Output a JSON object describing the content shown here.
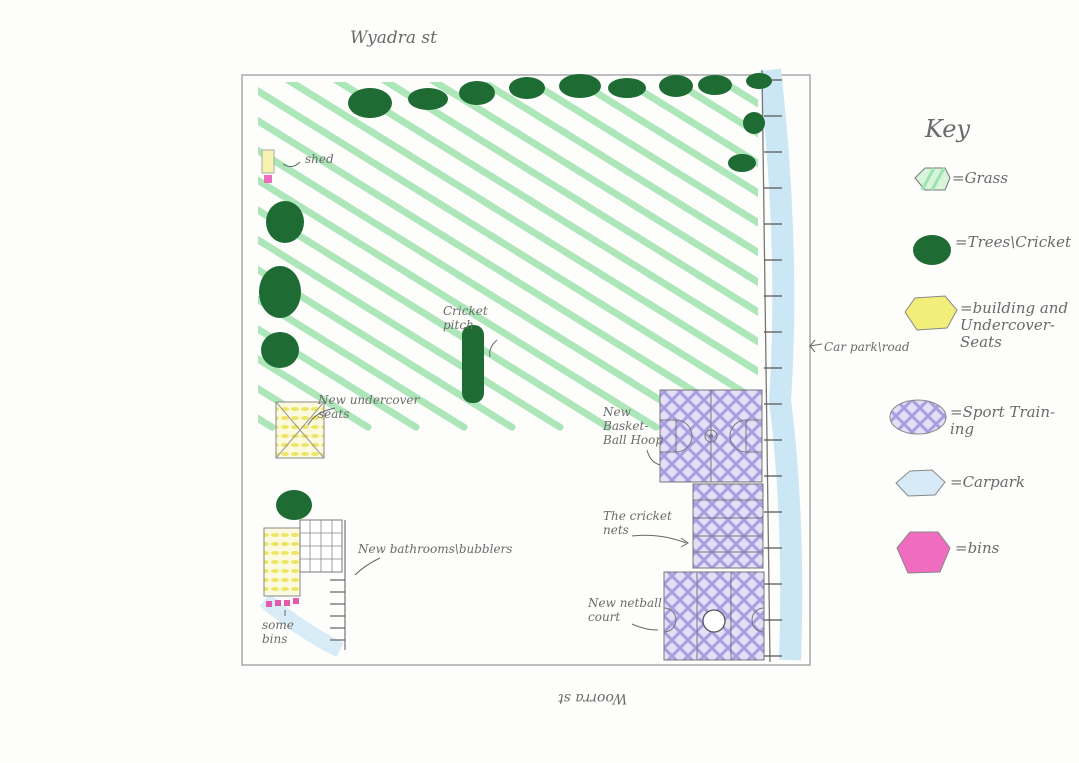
{
  "streets": {
    "top": "Wyadra st",
    "bottom": "Woorra st"
  },
  "map_labels": {
    "shed": "shed",
    "cricket_pitch": "Cricket\npitch",
    "undercover_seats": "New undercover\nseats",
    "bathrooms": "New bathrooms\\bubblers",
    "bins": "some\nbins",
    "basketball": "New\nBasket-\nBall Hoop",
    "cricket_nets": "The cricket\nnets",
    "netball": "New netball\ncourt",
    "car_park_road": "Car park\\road"
  },
  "key": {
    "title": "Key",
    "items": [
      {
        "label": "=Grass",
        "color": "#a8e6b4",
        "icon": "grass-swatch-icon"
      },
      {
        "label": "=Trees\\Cricket",
        "color": "#1e6b34",
        "icon": "tree-swatch-icon"
      },
      {
        "label": "=building and\nUndercover-\nSeats",
        "color": "#f2ee7a",
        "icon": "building-swatch-icon"
      },
      {
        "label": "=Sport Train-\ning",
        "color": "#b9b2e6",
        "icon": "sport-swatch-icon"
      },
      {
        "label": "=Carpark",
        "color": "#cfe6f4",
        "icon": "carpark-swatch-icon"
      },
      {
        "label": "=bins",
        "color": "#f06cbf",
        "icon": "bins-swatch-icon"
      }
    ]
  },
  "colors": {
    "grass": "#9ee3ae",
    "tree": "#1e6b34",
    "building": "#f2ee7a",
    "sport": "#b3acea",
    "carpark": "#cbe6f5",
    "bins": "#f06cbf"
  }
}
